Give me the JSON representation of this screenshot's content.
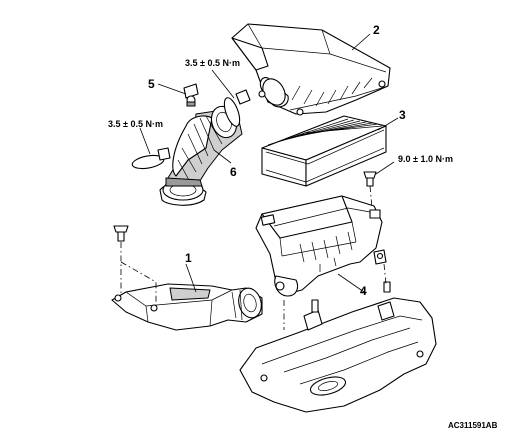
{
  "callouts": [
    "1",
    "2",
    "3",
    "4",
    "5",
    "6"
  ],
  "torques": {
    "clamp_upper": "3.5 ± 0.5 N·m",
    "clamp_lower": "3.5 ± 0.5 N·m",
    "filter_bolt": "9.0 ± 1.0 N·m"
  },
  "figure_id": "AC311591AB"
}
